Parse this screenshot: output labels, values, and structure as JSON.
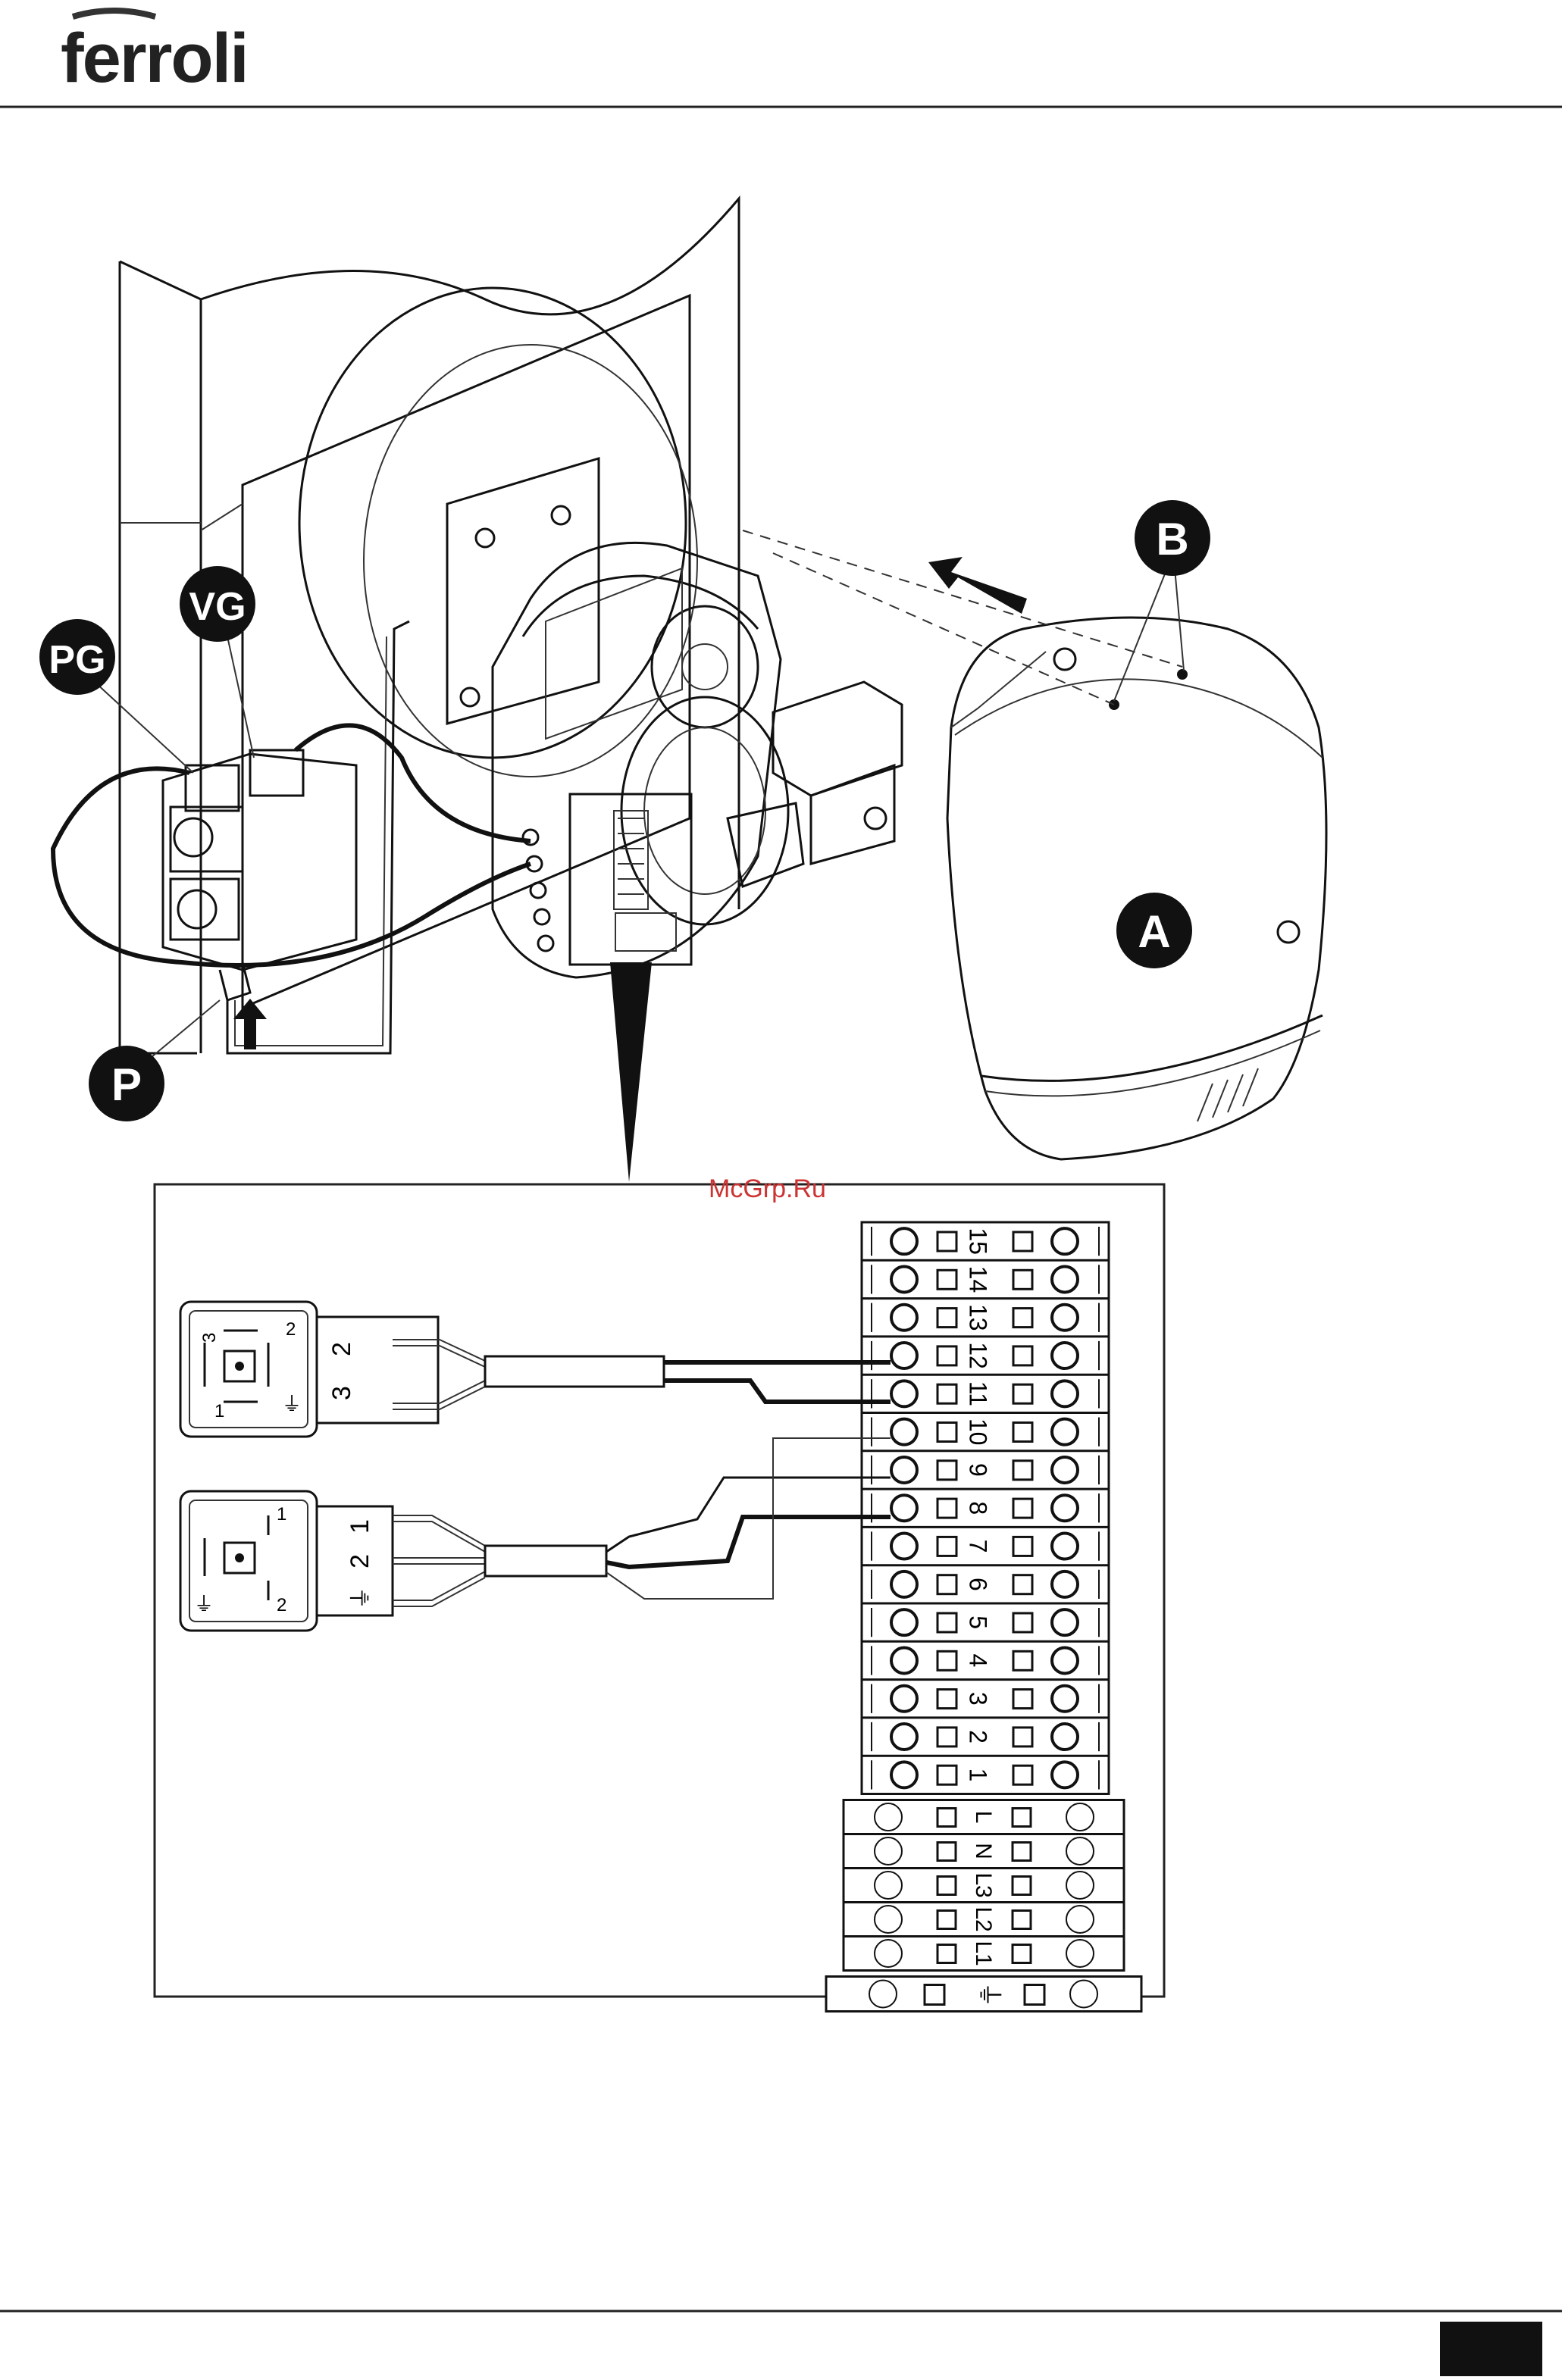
{
  "header": {
    "brand": "ferroli"
  },
  "labels": {
    "A": "A",
    "B": "B",
    "VG": "VG",
    "PG": "PG",
    "P": "P"
  },
  "watermark": "McGrp.Ru",
  "terminal_block": {
    "numbered": [
      "15",
      "14",
      "13",
      "12",
      "11",
      "10",
      "9",
      "8",
      "7",
      "6",
      "5",
      "4",
      "3",
      "2",
      "1"
    ],
    "power": [
      "L",
      "N",
      "L3",
      "L2",
      "L1"
    ],
    "earth": "⏚"
  },
  "connector_top": {
    "face_pins": [
      "3",
      "2",
      "1"
    ],
    "wire_labels": [
      "2",
      "3"
    ],
    "earth": "⏚"
  },
  "connector_bottom": {
    "face_pins": [
      "1",
      "2"
    ],
    "wire_labels": [
      "1",
      "2",
      "⏚"
    ],
    "earth": "⏚"
  },
  "footer": {
    "page_box": ""
  }
}
